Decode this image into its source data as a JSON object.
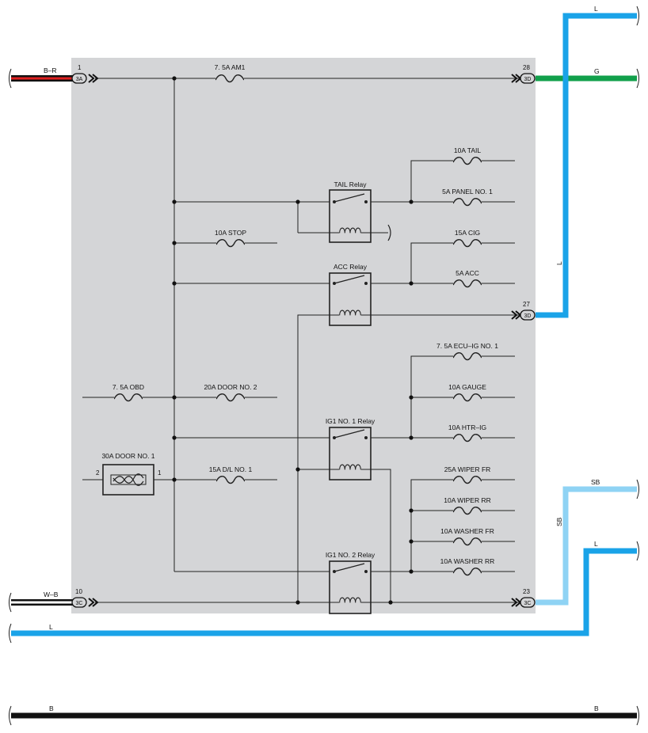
{
  "colors": {
    "panel": "#d4d5d7",
    "L": "#1aa3e8",
    "SB": "#8fd3f4",
    "G": "#12a04b",
    "B": "#111111",
    "R": "#e02020",
    "W": "#ffffff"
  },
  "wires": {
    "top_right_L": "L",
    "G_label": "G",
    "B_R": "B–R",
    "L_vertical": "L",
    "SB_right": "SB",
    "SB_vertical": "SB",
    "L_right_lower": "L",
    "W_B": "W–B",
    "L_bottom": "L",
    "B_left": "B",
    "B_right": "B"
  },
  "connectors": {
    "c1": {
      "pin": "1",
      "name": "3A"
    },
    "c28": {
      "pin": "28",
      "name": "3D"
    },
    "c27": {
      "pin": "27",
      "name": "3D"
    },
    "c10": {
      "pin": "10",
      "name": "3C"
    },
    "c23": {
      "pin": "23",
      "name": "3C"
    }
  },
  "fuses": {
    "am1": "7. 5A AM1",
    "tail": "10A TAIL",
    "panel1": "5A PANEL NO. 1",
    "stop": "10A STOP",
    "cig": "15A CIG",
    "acc": "5A ACC",
    "ecu_ig1": "7. 5A ECU–IG NO. 1",
    "obd": "7. 5A OBD",
    "door2": "20A DOOR NO. 2",
    "gauge": "10A GAUGE",
    "htr_ig": "10A HTR–IG",
    "door1": "30A DOOR NO. 1",
    "dl1": "15A D/L NO. 1",
    "wiper_fr": "25A WIPER FR",
    "wiper_rr": "10A WIPER RR",
    "washer_fr": "10A WASHER FR",
    "washer_rr": "10A WASHER RR"
  },
  "door1_pins": {
    "left": "2",
    "right": "1"
  },
  "relays": {
    "tail": "TAIL Relay",
    "acc": "ACC Relay",
    "ig1_1": "IG1 NO. 1 Relay",
    "ig1_2": "IG1 NO. 2 Relay"
  }
}
